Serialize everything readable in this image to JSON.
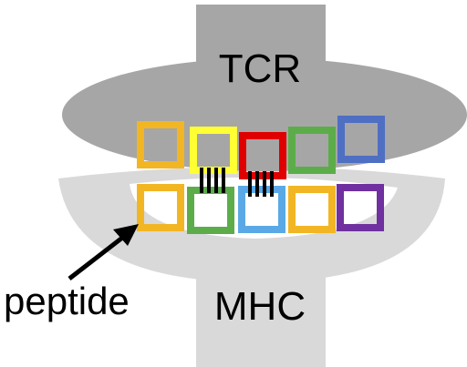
{
  "labels": {
    "tcr": "TCR",
    "mhc": "MHC",
    "peptide": "peptide"
  },
  "colors": {
    "tcr_body": "#a6a6a6",
    "mhc_body": "#d9d9d9",
    "pocket": "#ffffff",
    "contact_bars": "#000000",
    "arrow": "#000000"
  },
  "tcr_squares": [
    {
      "name": "tcr-square-orange",
      "color": "#f2b624"
    },
    {
      "name": "tcr-square-yellow",
      "color": "#ffff33"
    },
    {
      "name": "tcr-square-red",
      "color": "#e00000"
    },
    {
      "name": "tcr-square-green",
      "color": "#5cad4a"
    },
    {
      "name": "tcr-square-blue",
      "color": "#4f6fc3"
    }
  ],
  "peptide_squares": [
    {
      "name": "peptide-square-orange-1",
      "color": "#f2b624"
    },
    {
      "name": "peptide-square-green",
      "color": "#5cad4a"
    },
    {
      "name": "peptide-square-lightblue",
      "color": "#5aa9e6"
    },
    {
      "name": "peptide-square-orange-2",
      "color": "#f2b624"
    },
    {
      "name": "peptide-square-purple",
      "color": "#7030a0"
    }
  ]
}
